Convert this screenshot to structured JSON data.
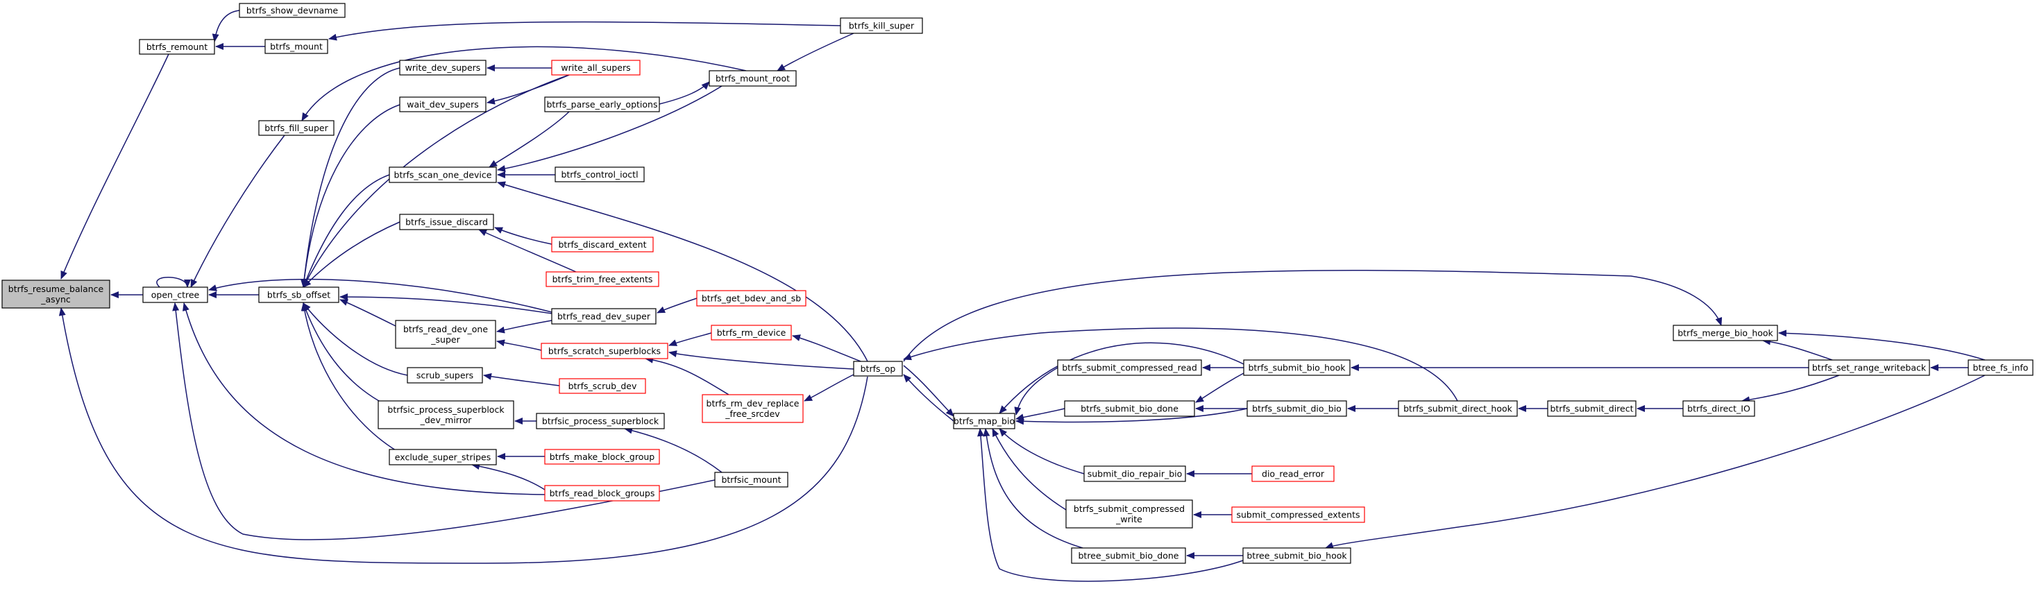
{
  "colors": {
    "edge": "#191970",
    "root_fill": "#bfbfbf",
    "box_black": "#000000",
    "box_red": "#ff0000",
    "background": "#ffffff"
  },
  "nodes": [
    {
      "id": "resume",
      "lines": [
        "btrfs_resume_balance",
        "_async"
      ],
      "style": "root"
    },
    {
      "id": "open_ctree",
      "lines": [
        "open_ctree"
      ],
      "style": "black"
    },
    {
      "id": "remount",
      "lines": [
        "btrfs_remount"
      ],
      "style": "black"
    },
    {
      "id": "show_devname",
      "lines": [
        "btrfs_show_devname"
      ],
      "style": "black"
    },
    {
      "id": "mount",
      "lines": [
        "btrfs_mount"
      ],
      "style": "black"
    },
    {
      "id": "kill_super",
      "lines": [
        "btrfs_kill_super"
      ],
      "style": "black"
    },
    {
      "id": "fill_super",
      "lines": [
        "btrfs_fill_super"
      ],
      "style": "black"
    },
    {
      "id": "sb_offset",
      "lines": [
        "btrfs_sb_offset"
      ],
      "style": "black"
    },
    {
      "id": "write_dev_supers",
      "lines": [
        "write_dev_supers"
      ],
      "style": "black"
    },
    {
      "id": "wait_dev_supers",
      "lines": [
        "wait_dev_supers"
      ],
      "style": "black"
    },
    {
      "id": "write_all_supers",
      "lines": [
        "write_all_supers"
      ],
      "style": "red"
    },
    {
      "id": "mount_root",
      "lines": [
        "btrfs_mount_root"
      ],
      "style": "black"
    },
    {
      "id": "parse_early",
      "lines": [
        "btrfs_parse_early_options"
      ],
      "style": "black"
    },
    {
      "id": "scan_one_device",
      "lines": [
        "btrfs_scan_one_device"
      ],
      "style": "black"
    },
    {
      "id": "control_ioctl",
      "lines": [
        "btrfs_control_ioctl"
      ],
      "style": "black"
    },
    {
      "id": "issue_discard",
      "lines": [
        "btrfs_issue_discard"
      ],
      "style": "black"
    },
    {
      "id": "discard_extent",
      "lines": [
        "btrfs_discard_extent"
      ],
      "style": "red"
    },
    {
      "id": "trim_free_extents",
      "lines": [
        "btrfs_trim_free_extents"
      ],
      "style": "red"
    },
    {
      "id": "read_dev_one_super",
      "lines": [
        "btrfs_read_dev_one",
        "_super"
      ],
      "style": "black"
    },
    {
      "id": "read_dev_super",
      "lines": [
        "btrfs_read_dev_super"
      ],
      "style": "black"
    },
    {
      "id": "get_bdev_and_sb",
      "lines": [
        "btrfs_get_bdev_and_sb"
      ],
      "style": "red"
    },
    {
      "id": "scratch_superblocks",
      "lines": [
        "btrfs_scratch_superblocks"
      ],
      "style": "red"
    },
    {
      "id": "rm_device",
      "lines": [
        "btrfs_rm_device"
      ],
      "style": "red"
    },
    {
      "id": "rm_dev_replace",
      "lines": [
        "btrfs_rm_dev_replace",
        "_free_srcdev"
      ],
      "style": "red"
    },
    {
      "id": "scrub_supers",
      "lines": [
        "scrub_supers"
      ],
      "style": "black"
    },
    {
      "id": "scrub_dev",
      "lines": [
        "btrfs_scrub_dev"
      ],
      "style": "red"
    },
    {
      "id": "process_sb_mirror",
      "lines": [
        "btrfsic_process_superblock",
        "_dev_mirror"
      ],
      "style": "black"
    },
    {
      "id": "process_sb",
      "lines": [
        "btrfsic_process_superblock"
      ],
      "style": "black"
    },
    {
      "id": "exclude_super_stripes",
      "lines": [
        "exclude_super_stripes"
      ],
      "style": "black"
    },
    {
      "id": "make_block_group",
      "lines": [
        "btrfs_make_block_group"
      ],
      "style": "red"
    },
    {
      "id": "read_block_groups",
      "lines": [
        "btrfs_read_block_groups"
      ],
      "style": "red"
    },
    {
      "id": "btrfsic_mount",
      "lines": [
        "btrfsic_mount"
      ],
      "style": "black"
    },
    {
      "id": "btrfs_op",
      "lines": [
        "btrfs_op"
      ],
      "style": "black"
    },
    {
      "id": "map_bio",
      "lines": [
        "btrfs_map_bio"
      ],
      "style": "black"
    },
    {
      "id": "submit_compressed_read",
      "lines": [
        "btrfs_submit_compressed_read"
      ],
      "style": "black"
    },
    {
      "id": "submit_bio_hook",
      "lines": [
        "btrfs_submit_bio_hook"
      ],
      "style": "black"
    },
    {
      "id": "submit_bio_done",
      "lines": [
        "btrfs_submit_bio_done"
      ],
      "style": "black"
    },
    {
      "id": "submit_dio_bio",
      "lines": [
        "btrfs_submit_dio_bio"
      ],
      "style": "black"
    },
    {
      "id": "submit_direct_hook",
      "lines": [
        "btrfs_submit_direct_hook"
      ],
      "style": "black"
    },
    {
      "id": "submit_direct",
      "lines": [
        "btrfs_submit_direct"
      ],
      "style": "black"
    },
    {
      "id": "direct_io",
      "lines": [
        "btrfs_direct_IO"
      ],
      "style": "black"
    },
    {
      "id": "submit_dio_repair",
      "lines": [
        "submit_dio_repair_bio"
      ],
      "style": "black"
    },
    {
      "id": "dio_read_error",
      "lines": [
        "dio_read_error"
      ],
      "style": "red"
    },
    {
      "id": "submit_compressed_write",
      "lines": [
        "btrfs_submit_compressed",
        "_write"
      ],
      "style": "black"
    },
    {
      "id": "submit_compressed_extents",
      "lines": [
        "submit_compressed_extents"
      ],
      "style": "red"
    },
    {
      "id": "btree_submit_bio_done",
      "lines": [
        "btree_submit_bio_done"
      ],
      "style": "black"
    },
    {
      "id": "btree_submit_bio_hook",
      "lines": [
        "btree_submit_bio_hook"
      ],
      "style": "black"
    },
    {
      "id": "merge_bio_hook",
      "lines": [
        "btrfs_merge_bio_hook"
      ],
      "style": "black"
    },
    {
      "id": "set_range_writeback",
      "lines": [
        "btrfs_set_range_writeback"
      ],
      "style": "black"
    },
    {
      "id": "btree_fs_info",
      "lines": [
        "btree_fs_info"
      ],
      "style": "black"
    }
  ]
}
